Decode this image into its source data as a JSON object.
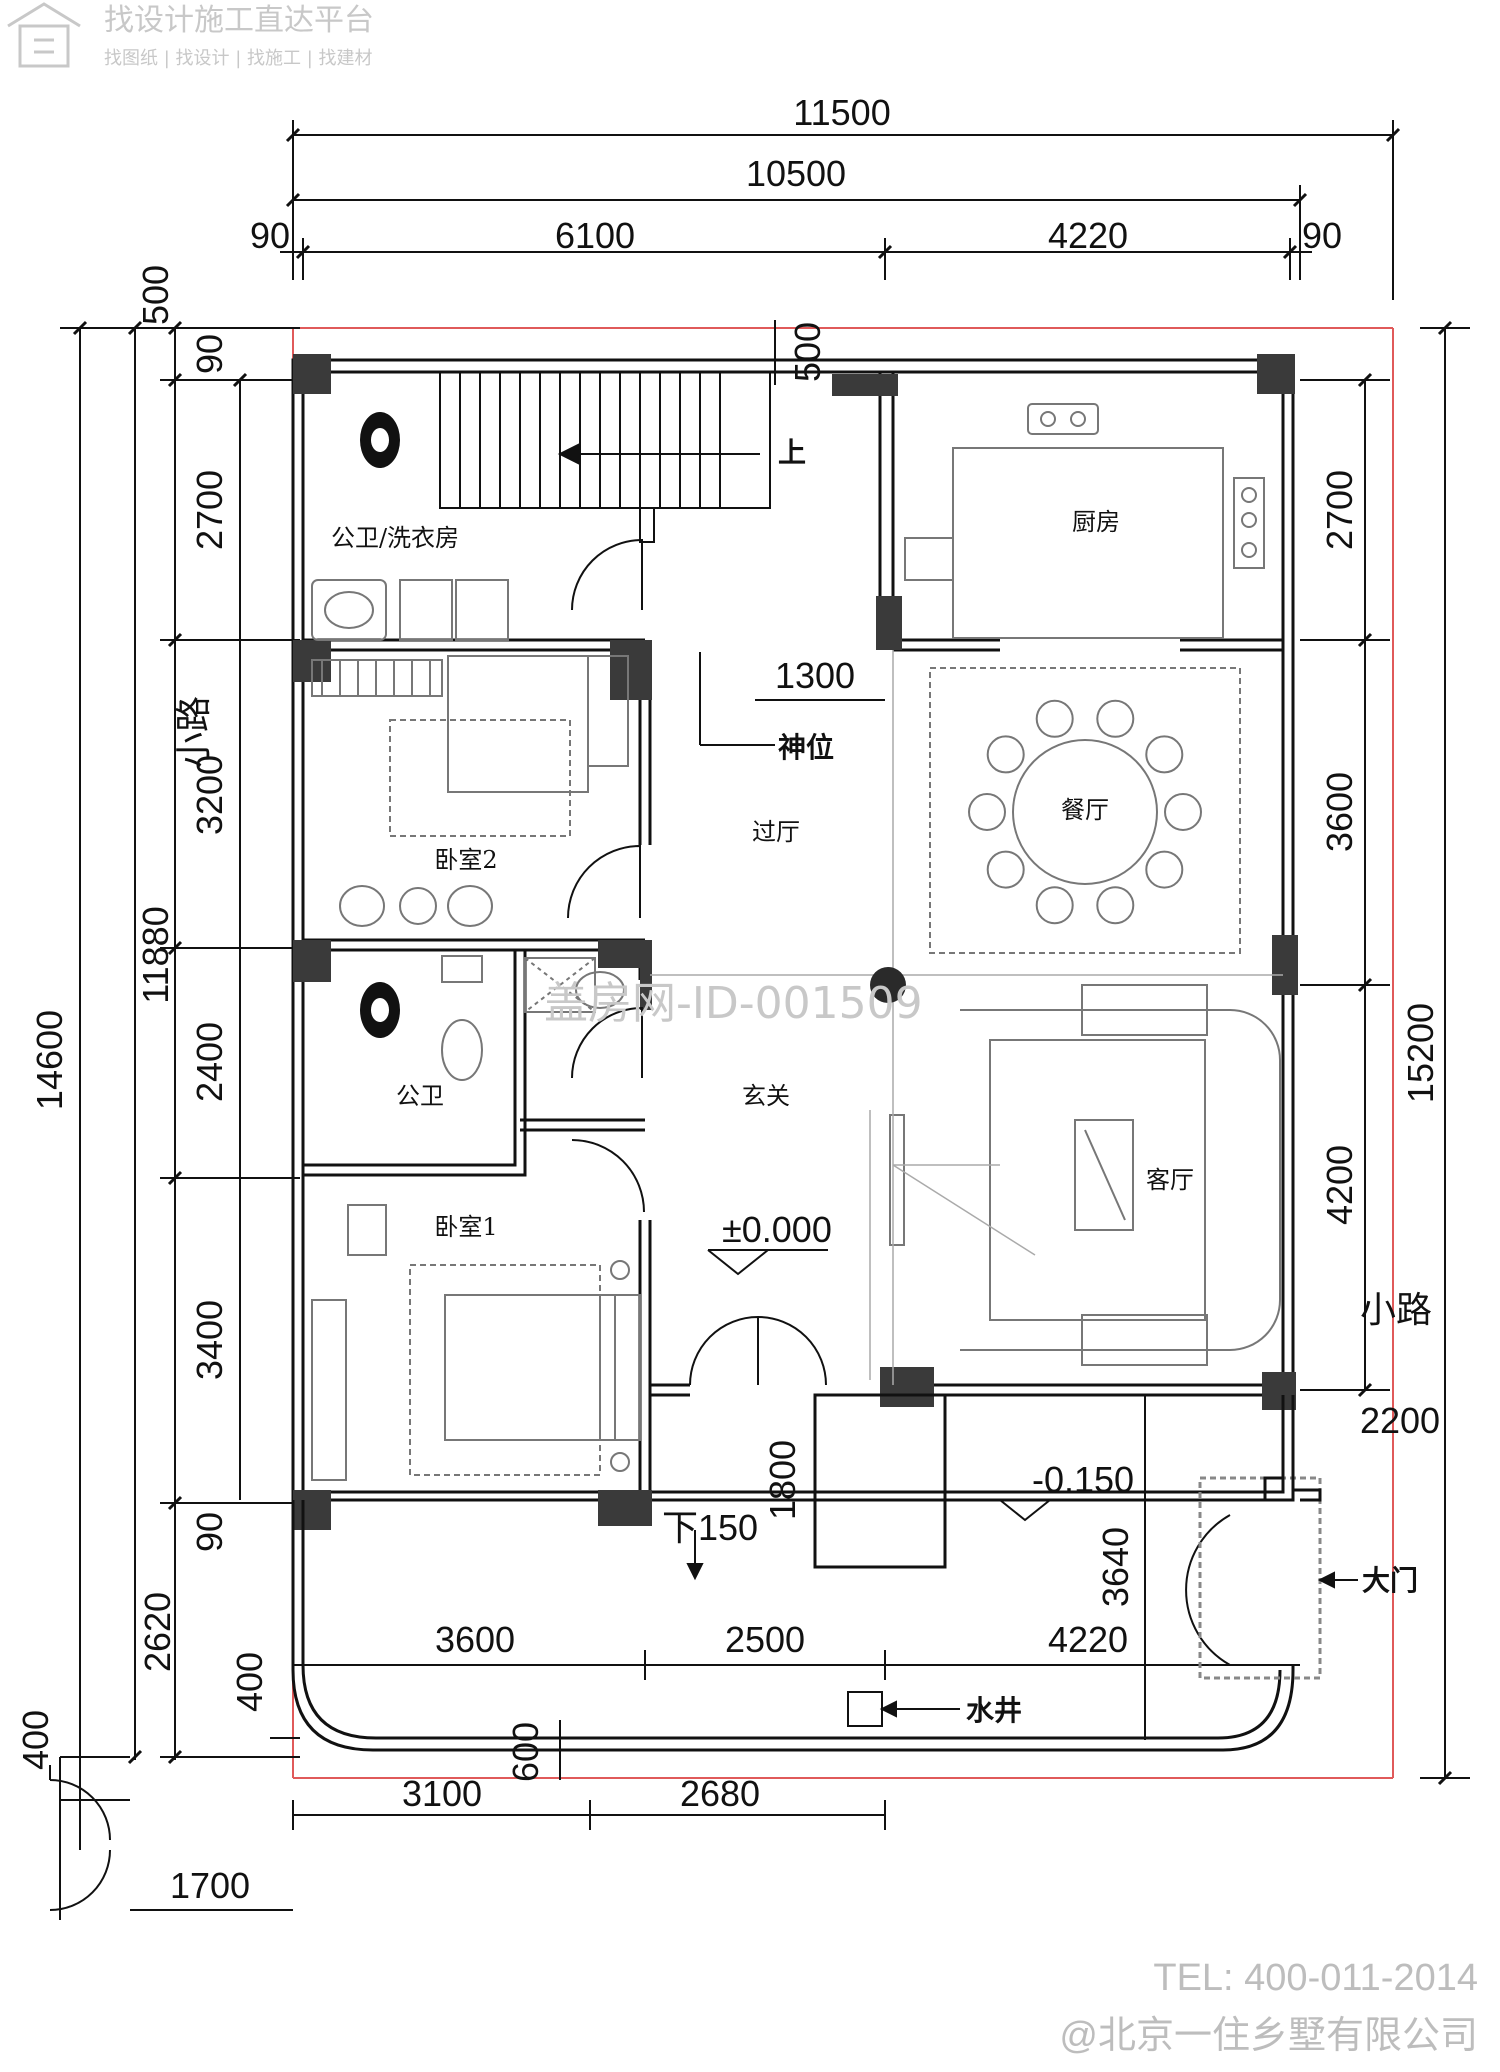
{
  "header": {
    "logo_icon": "house-outline-icon",
    "title": "找设计施工直达平台",
    "subtitle": "找图纸 | 找设计 | 找施工 | 找建材"
  },
  "dimensions": {
    "top_total": "11500",
    "top_inner": "10500",
    "top_left_offset": "90",
    "top_seg1": "6100",
    "top_seg2": "4220",
    "top_right_offset": "90",
    "stair_offset": "500",
    "left_outer_total": "14600",
    "left_inner_total": "11880",
    "left_top": "500",
    "left_90a": "90",
    "left_2700": "2700",
    "left_3200": "3200",
    "left_2400": "2400",
    "left_3400": "3400",
    "left_90b": "90",
    "left_2620": "2620",
    "left_400a": "400",
    "left_400b": "400",
    "right_total": "15200",
    "right_2700": "2700",
    "right_3600": "3600",
    "right_4200": "4200",
    "right_2200": "2200",
    "shrine_width": "1300",
    "porch_1800": "1800",
    "porch_3640": "3640",
    "yard_3600": "3600",
    "yard_2500": "2500",
    "yard_4220": "4220",
    "well_600": "600",
    "bottom_3100": "3100",
    "bottom_2680": "2680",
    "gate_1700": "1700"
  },
  "rooms": {
    "laundry": "公卫/洗衣房",
    "kitchen": "厨房",
    "bedroom2": "卧室2",
    "hall": "过厅",
    "dining": "餐厅",
    "bathroom": "公卫",
    "foyer": "玄关",
    "living": "客厅",
    "bedroom1": "卧室1"
  },
  "annotations": {
    "up": "上",
    "shrine": "神位",
    "level_main": "±0.000",
    "level_yard": "-0.150",
    "step_down": "下150",
    "gate": "大门",
    "well": "水井",
    "path_left": "小路",
    "path_right": "小路"
  },
  "watermark": "盖房网-ID-001509",
  "footer": {
    "phone": "TEL: 400-011-2014",
    "company": "@北京一住乡墅有限公司"
  },
  "colors": {
    "wall": "#333333",
    "line": "#111111",
    "property_line": "#e05a5a",
    "furniture": "#888888"
  }
}
